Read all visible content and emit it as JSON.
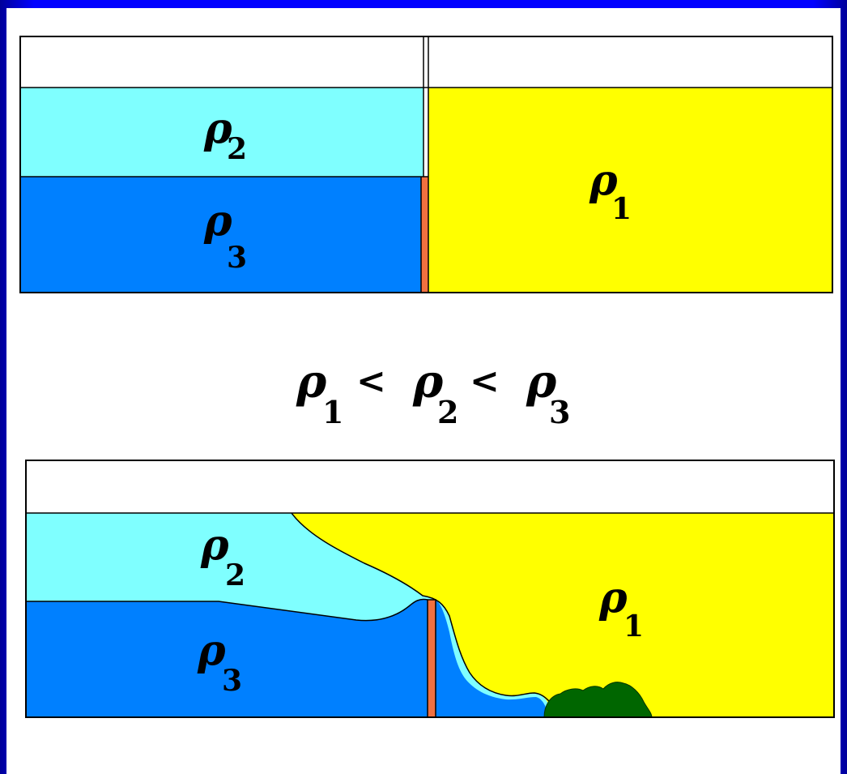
{
  "colors": {
    "background_edge": "#000099",
    "background_mid": "#0000ff",
    "panel": "#ffffff",
    "outline": "#000000",
    "fluid_1": "#ffff00",
    "fluid_2": "#7fffff",
    "fluid_3": "#0080ff",
    "barrier": "#f07040",
    "mixing_region": "#006600"
  },
  "top_panel": {
    "rho2": {
      "symbol": "ρ",
      "subscript": "2"
    },
    "rho3": {
      "symbol": "ρ",
      "subscript": "3"
    },
    "rho1": {
      "symbol": "ρ",
      "subscript": "1"
    }
  },
  "inequality": {
    "term1": {
      "symbol": "ρ",
      "subscript": "1"
    },
    "op1": "<",
    "term2": {
      "symbol": "ρ",
      "subscript": "2"
    },
    "op2": "<",
    "term3": {
      "symbol": "ρ",
      "subscript": "3"
    }
  },
  "bottom_panel": {
    "rho2": {
      "symbol": "ρ",
      "subscript": "2"
    },
    "rho3": {
      "symbol": "ρ",
      "subscript": "3"
    },
    "rho1": {
      "symbol": "ρ",
      "subscript": "1"
    }
  }
}
